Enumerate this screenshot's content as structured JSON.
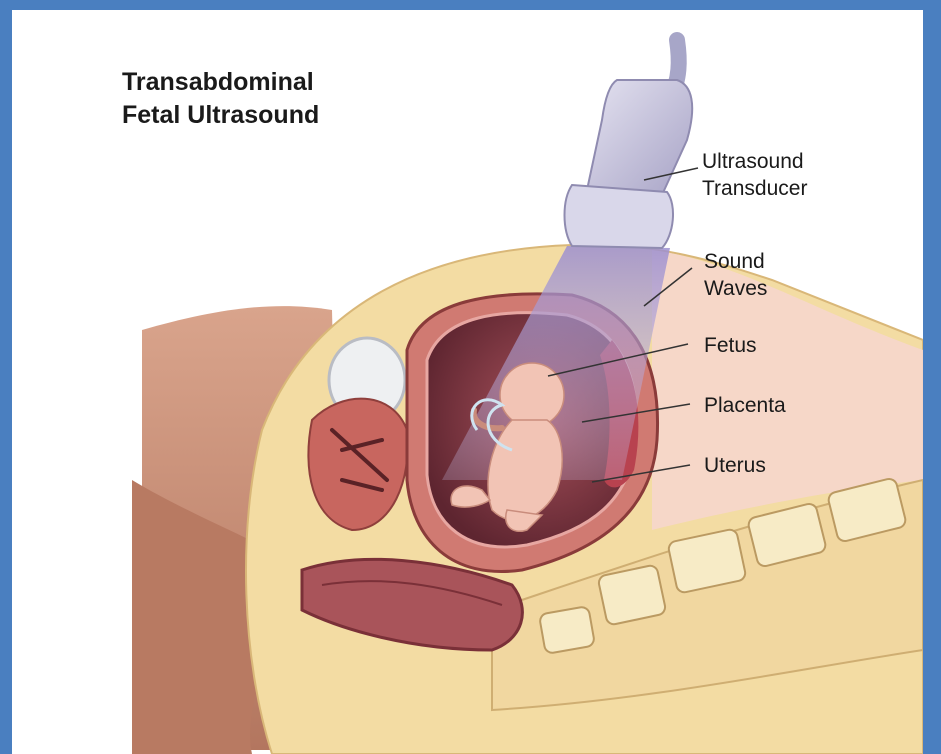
{
  "title_line1": "Transabdominal",
  "title_line2": "Fetal Ultrasound",
  "labels": {
    "transducer_line1": "Ultrasound",
    "transducer_line2": "Transducer",
    "waves_line1": "Sound",
    "waves_line2": "Waves",
    "fetus": "Fetus",
    "placenta": "Placenta",
    "uterus": "Uterus"
  },
  "colors": {
    "frame_border": "#4a7fc0",
    "skin": "#c88f78",
    "fat": "#f3dca3",
    "uterus_wall": "#c8665f",
    "amniotic": "#8a3e48",
    "fetus": "#f2c4b5",
    "transducer": "#c9c6df",
    "sound_beam": "#b3a6d6"
  }
}
